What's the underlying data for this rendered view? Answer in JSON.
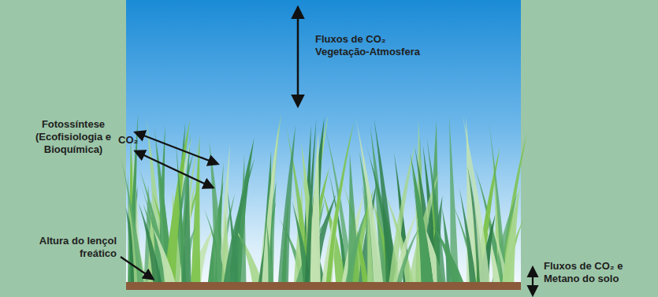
{
  "diagram": {
    "labels": [
      "Fluxos de CO₂ Vegetação-Atmosfera",
      "Fotossíntese (Ecofisiologia e Bioquímica)",
      "CO₂",
      "Altura do lençol freático",
      "Fluxos de CO₂ e Metano do solo"
    ]
  }
}
